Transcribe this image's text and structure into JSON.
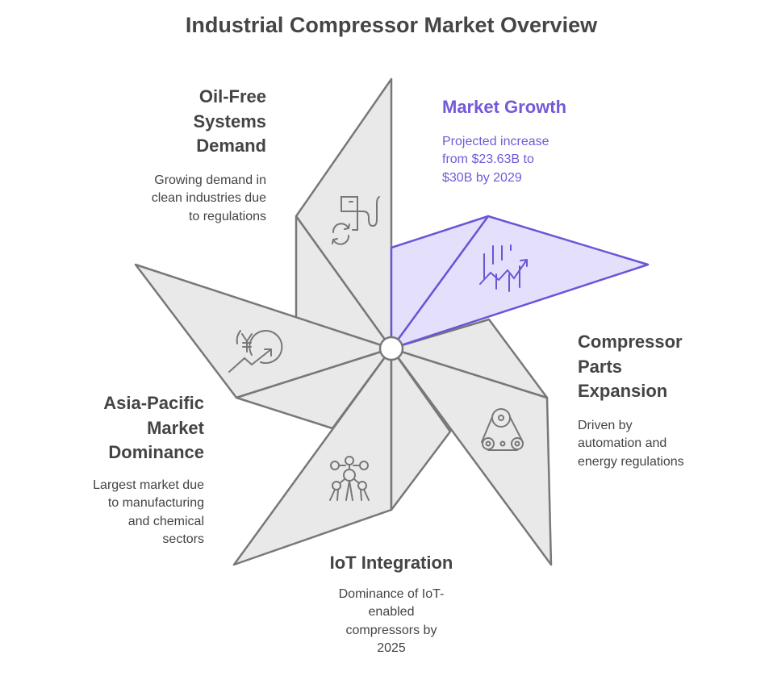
{
  "title": "Industrial Compressor Market Overview",
  "colors": {
    "accent": "#6b55d6",
    "accent_fill": "#e4e0fc",
    "blade_fill": "#e9e9e9",
    "stroke": "#787878"
  },
  "sections": [
    {
      "id": "oil-free",
      "title_lines": [
        "Oil-Free",
        "Systems",
        "Demand"
      ],
      "desc_lines": [
        "Growing demand in",
        "clean industries due",
        "to regulations"
      ],
      "icon": "fuel-pump-recycle-icon"
    },
    {
      "id": "market-growth",
      "title_lines": [
        "Market Growth"
      ],
      "desc_lines": [
        "Projected increase",
        "from $23.63B to",
        "$30B by 2029"
      ],
      "icon": "growth-chart-icon",
      "highlighted": true
    },
    {
      "id": "compressor-parts",
      "title_lines": [
        "Compressor",
        "Parts",
        "Expansion"
      ],
      "desc_lines": [
        "Driven by",
        "automation and",
        "energy regulations"
      ],
      "icon": "belt-pulley-icon"
    },
    {
      "id": "iot",
      "title_lines": [
        "IoT Integration"
      ],
      "desc_lines": [
        "Dominance of IoT-",
        "enabled",
        "compressors by",
        "2025"
      ],
      "icon": "network-structure-icon"
    },
    {
      "id": "asia-pacific",
      "title_lines": [
        "Asia-Pacific",
        "Market",
        "Dominance"
      ],
      "desc_lines": [
        "Largest market due",
        "to manufacturing",
        "and chemical",
        "sectors"
      ],
      "icon": "yen-growth-icon"
    }
  ]
}
